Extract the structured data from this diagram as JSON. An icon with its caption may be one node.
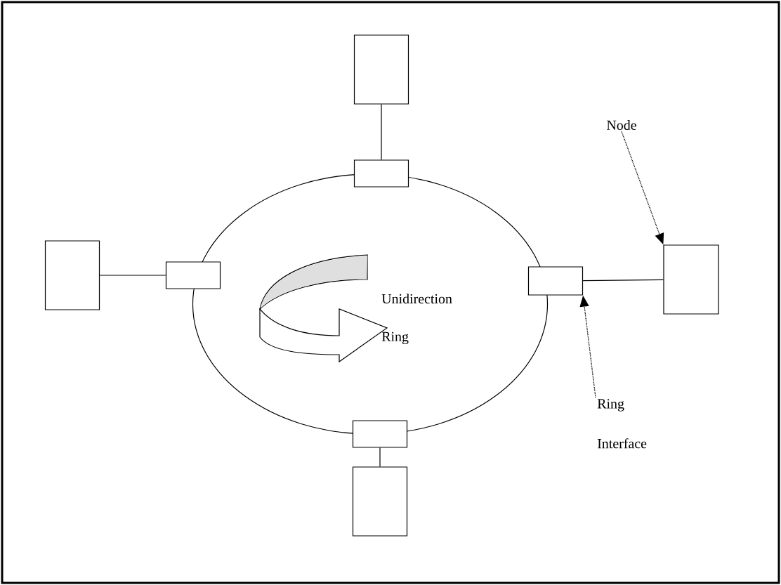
{
  "diagram": {
    "nodes": [
      {
        "text": [],
        "shape": "box"
      },
      {
        "text": [],
        "shape": "box"
      },
      {
        "text": [
          "Node"
        ]
      },
      {
        "text": [],
        "shape": "box"
      },
      {
        "text": [],
        "shape": "box"
      },
      {
        "text": [
          "Unidirection Ring"
        ]
      },
      {
        "text": [],
        "shape": "box"
      },
      {
        "text": [],
        "shape": "box"
      },
      {
        "text": [
          "Ring Interface"
        ]
      },
      {
        "text": [],
        "shape": "box"
      },
      {
        "text": [],
        "shape": "box"
      }
    ],
    "edges": [
      {
        "from": 0,
        "to": 1,
        "arrow": "none"
      },
      {
        "from": 3,
        "to": 4,
        "arrow": "none"
      },
      {
        "from": 6,
        "to": 7,
        "arrow": "none"
      },
      {
        "from": 9,
        "to": 10,
        "arrow": "none"
      },
      {
        "from": 2,
        "to": 7,
        "arrow": "to",
        "style": "dashed"
      },
      {
        "from": 8,
        "to": 6,
        "arrow": "to",
        "style": "dashed"
      }
    ]
  }
}
